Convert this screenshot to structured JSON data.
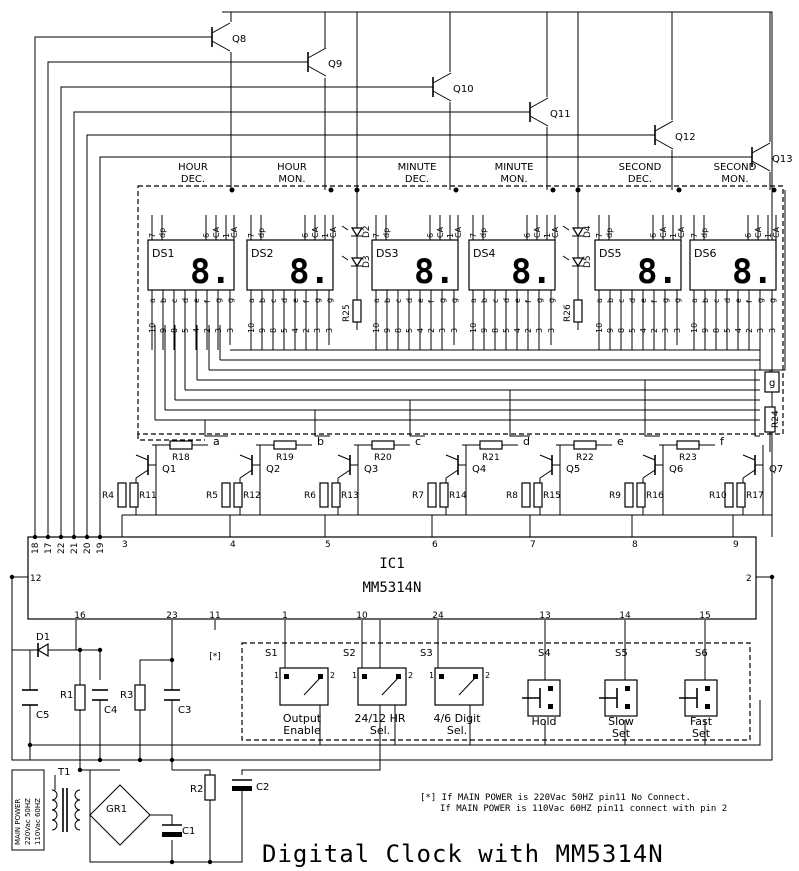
{
  "title": "Digital Clock with MM5314N",
  "ic": {
    "name": "IC1",
    "part": "MM5314N",
    "pins_top": [
      "18",
      "17",
      "22",
      "21",
      "20",
      "19",
      "3",
      "4",
      "5",
      "6",
      "7",
      "8",
      "9"
    ],
    "pins_side": [
      "12",
      "2"
    ],
    "pins_bottom": [
      "16",
      "23",
      "11",
      "1",
      "10",
      "24",
      "13",
      "14",
      "15"
    ]
  },
  "digit_transistors": [
    "Q8",
    "Q9",
    "Q10",
    "Q11",
    "Q12",
    "Q13"
  ],
  "displays": [
    {
      "id": "DS1",
      "title1": "HOUR",
      "title2": "DEC."
    },
    {
      "id": "DS2",
      "title1": "HOUR",
      "title2": "MON."
    },
    {
      "id": "DS3",
      "title1": "MINUTE",
      "title2": "DEC."
    },
    {
      "id": "DS4",
      "title1": "MINUTE",
      "title2": "MON."
    },
    {
      "id": "DS5",
      "title1": "SECOND",
      "title2": "DEC."
    },
    {
      "id": "DS6",
      "title1": "SECOND",
      "title2": "MON."
    }
  ],
  "digit_glyph": "8.",
  "display_top_pins": [
    "7",
    "dp",
    "6",
    "CA",
    "1",
    "CA"
  ],
  "display_segments": [
    "a",
    "b",
    "c",
    "d",
    "e",
    "f",
    "g"
  ],
  "display_pin_numbers": [
    "10",
    "9",
    "8",
    "5",
    "4",
    "2",
    "3"
  ],
  "colon_parts": {
    "leds_left": [
      "D2",
      "D3"
    ],
    "res_left": "R25",
    "leds_right": [
      "D4",
      "D5"
    ],
    "res_right": "R26"
  },
  "segment_drivers": [
    {
      "q": "Q1",
      "rb": "R18",
      "r1": "R4",
      "r2": "R11",
      "seg": "a"
    },
    {
      "q": "Q2",
      "rb": "R19",
      "r1": "R5",
      "r2": "R12",
      "seg": "b"
    },
    {
      "q": "Q3",
      "rb": "R20",
      "r1": "R6",
      "r2": "R13",
      "seg": "c"
    },
    {
      "q": "Q4",
      "rb": "R21",
      "r1": "R7",
      "r2": "R14",
      "seg": "d"
    },
    {
      "q": "Q5",
      "rb": "R22",
      "r1": "R8",
      "r2": "R15",
      "seg": "e"
    },
    {
      "q": "Q6",
      "rb": "R23",
      "r1": "R9",
      "r2": "R16",
      "seg": "f"
    },
    {
      "q": "Q7",
      "rb": "",
      "r1": "R10",
      "r2": "R17",
      "seg": ""
    }
  ],
  "g_label": "g",
  "r24": "R24",
  "switches": [
    {
      "id": "S1",
      "label1": "Output",
      "label2": "Enable",
      "p1": "1",
      "p2": "2"
    },
    {
      "id": "S2",
      "label1": "24/12 HR",
      "label2": "Sel.",
      "p1": "1",
      "p2": "2"
    },
    {
      "id": "S3",
      "label1": "4/6 Digit",
      "label2": "Sel.",
      "p1": "1",
      "p2": "2"
    },
    {
      "id": "S4",
      "label1": "Hold",
      "label2": ""
    },
    {
      "id": "S5",
      "label1": "Slow",
      "label2": "Set"
    },
    {
      "id": "S6",
      "label1": "Fast",
      "label2": "Set"
    }
  ],
  "pin11_mark": "[*]",
  "power": {
    "d1": "D1",
    "r1": "R1",
    "c4": "C4",
    "r3": "R3",
    "c3": "C3",
    "c5": "C5",
    "t1": "T1",
    "gr1": "GR1",
    "c1": "C1",
    "r2": "R2",
    "c2": "C2",
    "mains1": "MAIN POWER",
    "mains2": "220Vac 50HZ",
    "mains3": "110Vac 60HZ"
  },
  "note1": "[*] If MAIN POWER is 220Vac 50HZ pin11 No Connect.",
  "note2": "If MAIN POWER is 110Vac 60HZ pin11 connect with pin 2"
}
